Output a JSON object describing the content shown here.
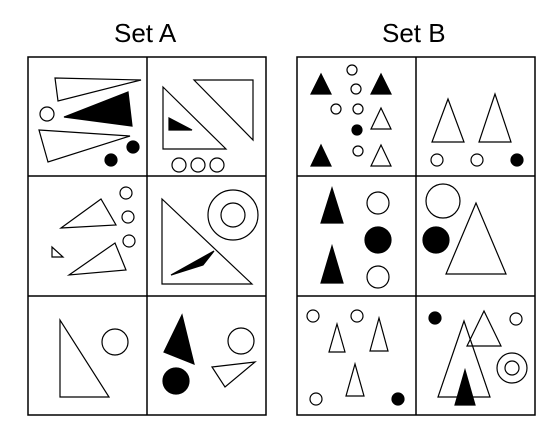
{
  "set_a": {
    "title": "Set A"
  },
  "set_b": {
    "title": "Set B"
  },
  "colors": {
    "background": "#ffffff",
    "stroke": "#000000",
    "fill_black": "#000000",
    "fill_white": "#ffffff"
  },
  "figure": {
    "panels": 2,
    "cells_per_panel": 6,
    "shape_types": [
      "triangle",
      "circle"
    ],
    "fills": [
      "black",
      "white"
    ]
  }
}
